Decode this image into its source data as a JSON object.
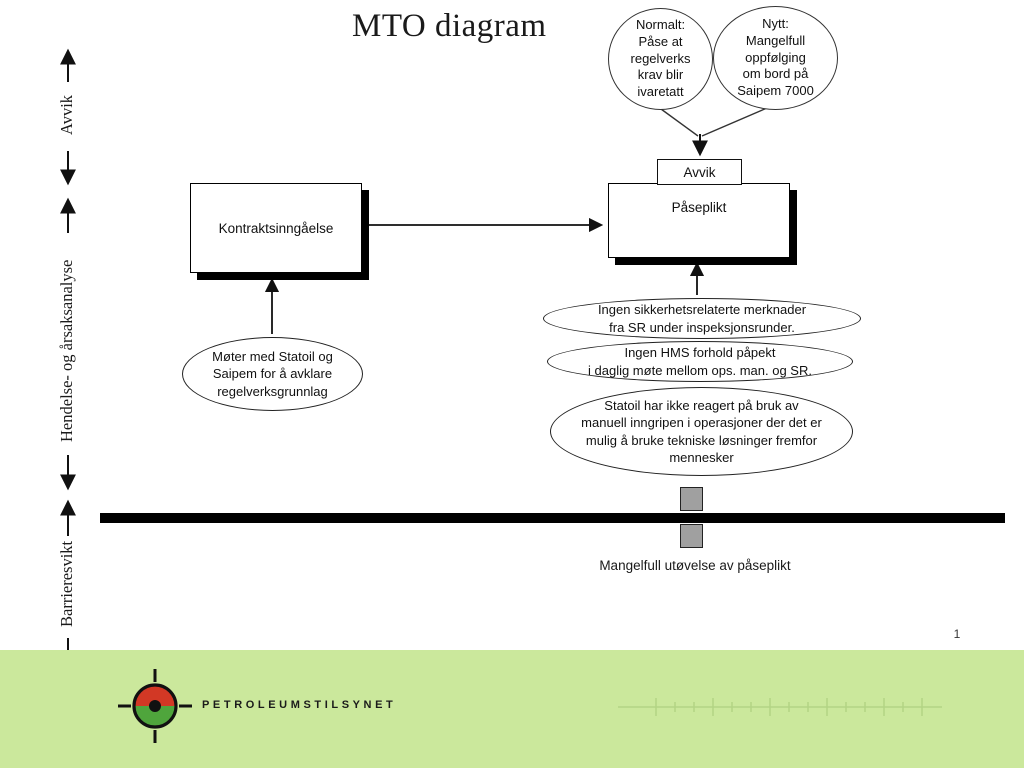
{
  "slide": {
    "title": "MTO diagram",
    "page_number": "1"
  },
  "axis": {
    "avvik_label": "Avvik",
    "hendelse_label": "Hendelse- og årsaksanalyse",
    "barriere_label": "Barrieresvikt"
  },
  "callouts": {
    "normalt": "Normalt:\nPåse at\nregelverks\nkrav blir\nivaretatt",
    "nytt": "Nytt:\nMangelfull\noppfølging\nom bord på\nSaipem 7000"
  },
  "boxes": {
    "avvik": "Avvik",
    "paseplikt": "Påseplikt",
    "kontraktsinngaelse": "Kontraktsinngåelse"
  },
  "ellipses": {
    "moter": "Møter med Statoil og\nSaipem for å avklare\nregelverksgrunnlag",
    "ingen_sikkerhet": "Ingen sikkerhetsrelaterte merknader\nfra SR under inspeksjonsrunder.",
    "ingen_hms": "Ingen HMS forhold påpekt\ni daglig møte mellom ops. man. og SR.",
    "statoil": "Statoil har ikke reagert på bruk av\nmanuell inngripen i operasjoner der det er\nmulig å bruke tekniske løsninger fremfor\nmennesker"
  },
  "barrier": {
    "caption": "Mangelfull utøvelse av påseplikt"
  },
  "footer": {
    "brand": "PETROLEUMSTILSYNET",
    "logo_icon": "target-crosshair-icon"
  },
  "colors": {
    "footer_green": "#cbe89c",
    "logo_red": "#d23825",
    "logo_green": "#4fa53c",
    "square_gray": "#a0a0a0"
  }
}
